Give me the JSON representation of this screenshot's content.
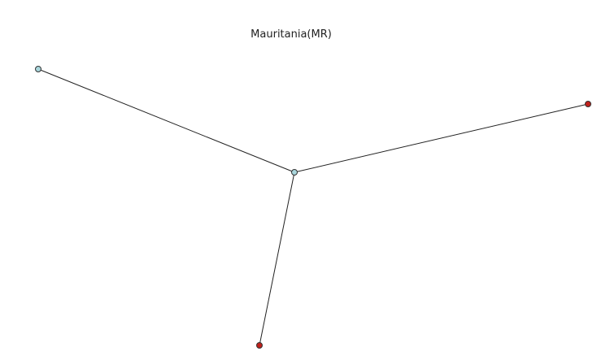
{
  "title": "Mauritania(MR)",
  "colors": {
    "node_light": "#a9d6dc",
    "node_red": "#c0201b",
    "edge": "#222222",
    "background": "#ffffff"
  },
  "graph": {
    "nodes": [
      {
        "id": "n1",
        "type": "light"
      },
      {
        "id": "n2",
        "type": "light"
      },
      {
        "id": "n3",
        "type": "red"
      },
      {
        "id": "n4",
        "type": "red"
      }
    ],
    "edges": [
      {
        "from": "n1",
        "to": "n2"
      },
      {
        "from": "n2",
        "to": "n3"
      },
      {
        "from": "n2",
        "to": "n4"
      }
    ]
  }
}
